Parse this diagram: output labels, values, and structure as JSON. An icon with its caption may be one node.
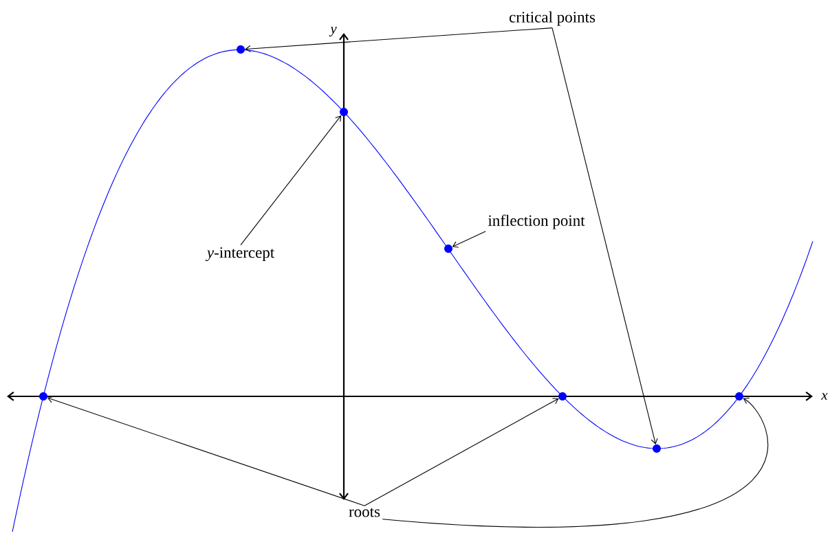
{
  "diagram": {
    "nodes": [
      {
        "text": [
          "critical points"
        ]
      },
      {
        "text": [
          "inflection point"
        ]
      },
      {
        "text": [
          "*y*-intercept"
        ]
      },
      {
        "text": [
          "roots"
        ]
      },
      {
        "text": [],
        "shape": "circle"
      },
      {
        "text": [],
        "shape": "circle"
      },
      {
        "text": [],
        "shape": "circle"
      },
      {
        "text": [],
        "shape": "circle"
      },
      {
        "text": [],
        "shape": "circle"
      },
      {
        "text": [],
        "shape": "circle"
      },
      {
        "text": [],
        "shape": "circle"
      }
    ],
    "edges": [
      {
        "from": 0,
        "to": 5,
        "arrow": "to"
      },
      {
        "from": 0,
        "to": 9,
        "arrow": "to"
      },
      {
        "from": 1,
        "to": 7,
        "arrow": "to"
      },
      {
        "from": 2,
        "to": 6,
        "arrow": "to"
      },
      {
        "from": 3,
        "to": 4,
        "arrow": "to"
      },
      {
        "from": 3,
        "to": 8,
        "arrow": "to"
      },
      {
        "from": 3,
        "to": 10,
        "arrow": "to"
      }
    ],
    "labels": [
      "x",
      "y"
    ]
  }
}
